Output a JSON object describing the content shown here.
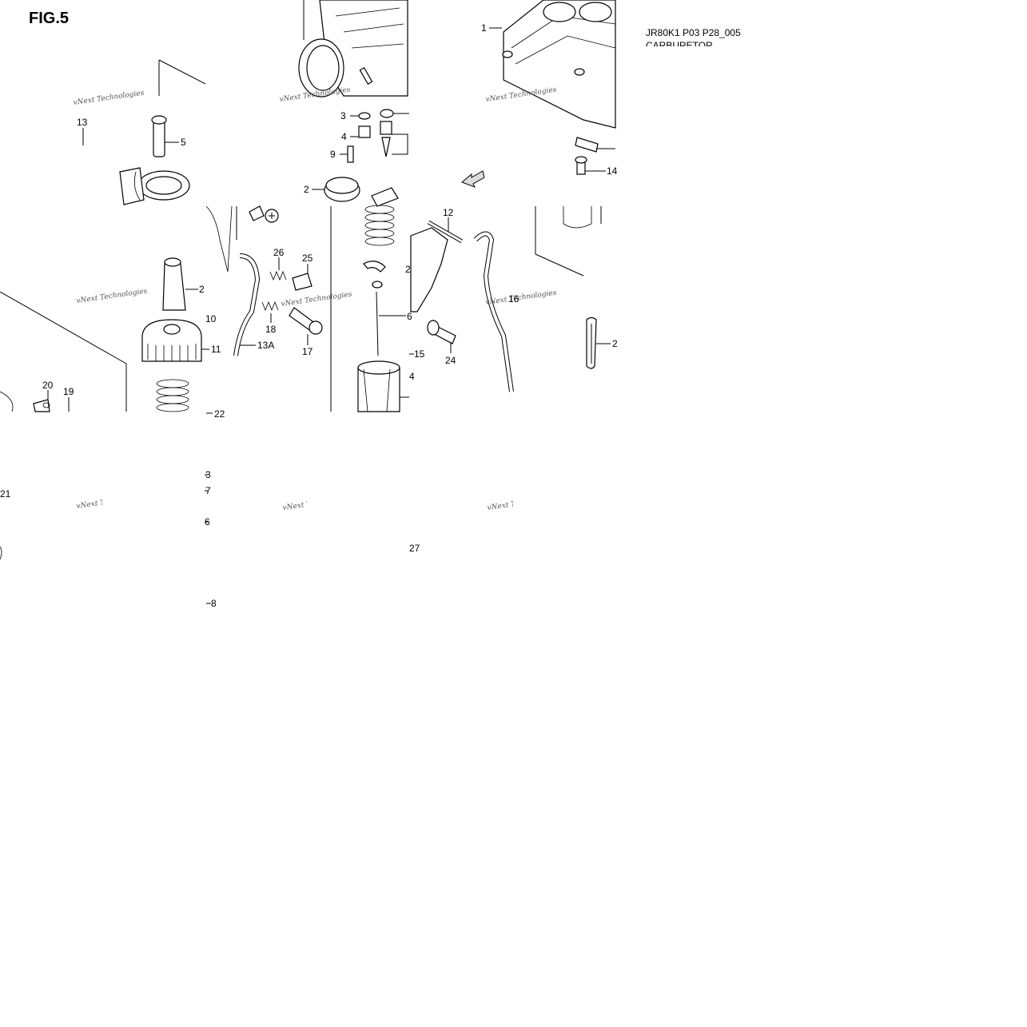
{
  "figure": {
    "label": "FIG.5",
    "code": "JR80K1 P03 P28_005",
    "title": "CARBURETOR"
  },
  "watermark": {
    "text": "vNext Technologies"
  },
  "callouts": [
    {
      "label": "1"
    },
    {
      "label": "2"
    },
    {
      "label": "3"
    },
    {
      "label": "4"
    },
    {
      "label": "9"
    },
    {
      "label": "14"
    },
    {
      "label": "13"
    },
    {
      "label": "5"
    },
    {
      "label": "12"
    },
    {
      "label": "26"
    },
    {
      "label": "25"
    },
    {
      "label": "2"
    },
    {
      "label": "2"
    },
    {
      "label": "10"
    },
    {
      "label": "11"
    },
    {
      "label": "18"
    },
    {
      "label": "13A"
    },
    {
      "label": "17"
    },
    {
      "label": "16"
    },
    {
      "label": "6"
    },
    {
      "label": "15"
    },
    {
      "label": "24"
    },
    {
      "label": "2"
    },
    {
      "label": "4"
    },
    {
      "label": "20"
    },
    {
      "label": "19"
    },
    {
      "label": "22"
    },
    {
      "label": "3"
    },
    {
      "label": "7"
    },
    {
      "label": "21"
    },
    {
      "label": "6"
    },
    {
      "label": "27"
    },
    {
      "label": "8"
    }
  ]
}
